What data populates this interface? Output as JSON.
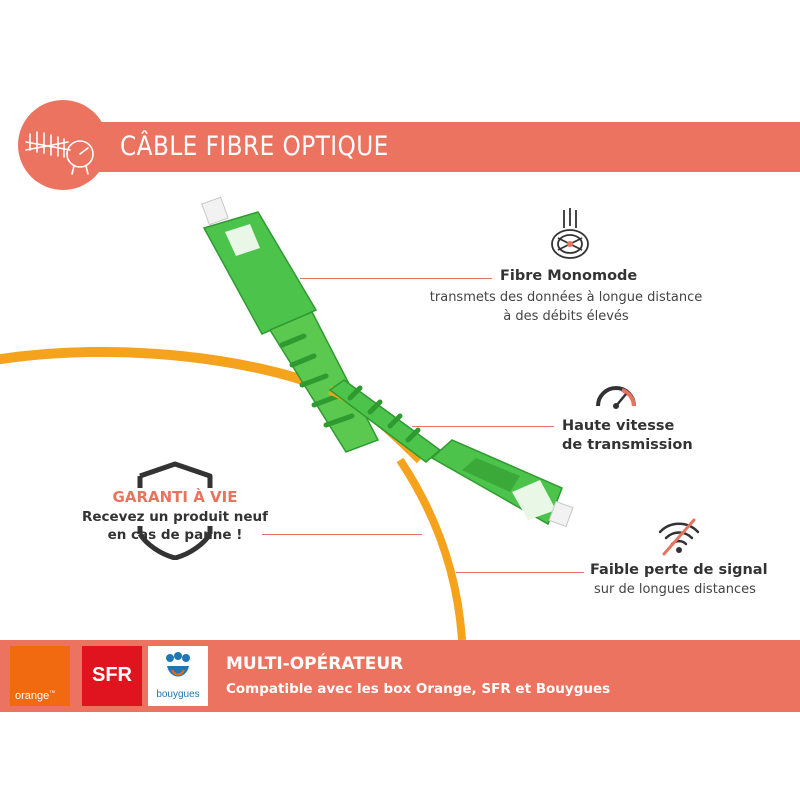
{
  "header": {
    "title": "CÂBLE FIBRE OPTIQUE",
    "icon": "antenna-dish-icon"
  },
  "features": [
    {
      "title": "Fibre Monomode",
      "lines": [
        "transmets des données à longue distance",
        "à des débits élevés"
      ],
      "icon": "fiber-cross-section-icon"
    },
    {
      "title_lines": [
        "Haute vitesse",
        "de transmission"
      ],
      "icon": "speedometer-icon"
    },
    {
      "title": "Faible perte de signal",
      "lines": [
        "sur de longues distances"
      ],
      "icon": "no-signal-icon"
    }
  ],
  "guarantee": {
    "title": "GARANTI À VIE",
    "lines": [
      "Recevez un produit neuf",
      "en cas de panne !"
    ],
    "icon": "shield-icon"
  },
  "footer": {
    "title": "MULTI-OPÉRATEUR",
    "subtitle": "Compatible avec les box Orange, SFR et Bouygues",
    "logos": {
      "orange": "orange",
      "orange_mark": "™",
      "sfr": "SFR",
      "bouygues": "bouygues"
    }
  },
  "colors": {
    "accent": "#ec7360",
    "cable": "#f5a21c",
    "connector": "#4cc34a",
    "orange_brand": "#f26a10",
    "sfr_brand": "#e0141e",
    "bouygues_brand": "#1e78b4"
  }
}
